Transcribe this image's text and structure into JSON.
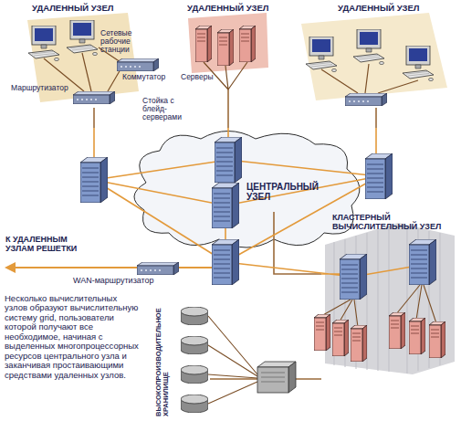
{
  "diagram": {
    "caption": "Несколько вычислительных узлов образуют вычислительную систему grid, пользователи которой получают все необходимое, начиная с выделенных многопроцессорных ресурсов центрального узла и заканчивая простаивающими средствами удаленных узлов.",
    "nodes": [
      {
        "text": [
          "УДАЛЕННЫЙ УЗЕЛ"
        ]
      },
      {
        "text": [
          "УДАЛЕННЫЙ УЗЕЛ"
        ]
      },
      {
        "text": [
          "УДАЛЕННЫЙ УЗЕЛ"
        ]
      },
      {
        "text": [
          "ЦЕНТРАЛЬНЫЙ УЗЕЛ"
        ]
      },
      {
        "text": [
          "КЛАСТЕРНЫЙ ВЫЧИСЛИТЕЛЬНЫЙ УЗЕЛ"
        ]
      },
      {
        "text": [
          "ВЫСОКОПРОИЗВОДИТЕЛЬНОЕ ХРАНИЛИЩЕ"
        ]
      }
    ],
    "edges": [
      {
        "from": 0,
        "to": 3,
        "arrow": "none"
      },
      {
        "from": 1,
        "to": 3,
        "arrow": "none"
      },
      {
        "from": 2,
        "to": 3,
        "arrow": "none"
      },
      {
        "from": 4,
        "to": 3,
        "arrow": "none"
      },
      {
        "from": 5,
        "to": 4,
        "arrow": "none"
      }
    ],
    "labels": [
      "Сетевые рабочие станции",
      "Коммутатор",
      "Маршрутизатор",
      "Серверы",
      "Стойка с блейд-серверами",
      "К УДАЛЕННЫМ УЗЛАМ РЕШЕТКИ",
      "WAN-маршрутизатор"
    ]
  }
}
